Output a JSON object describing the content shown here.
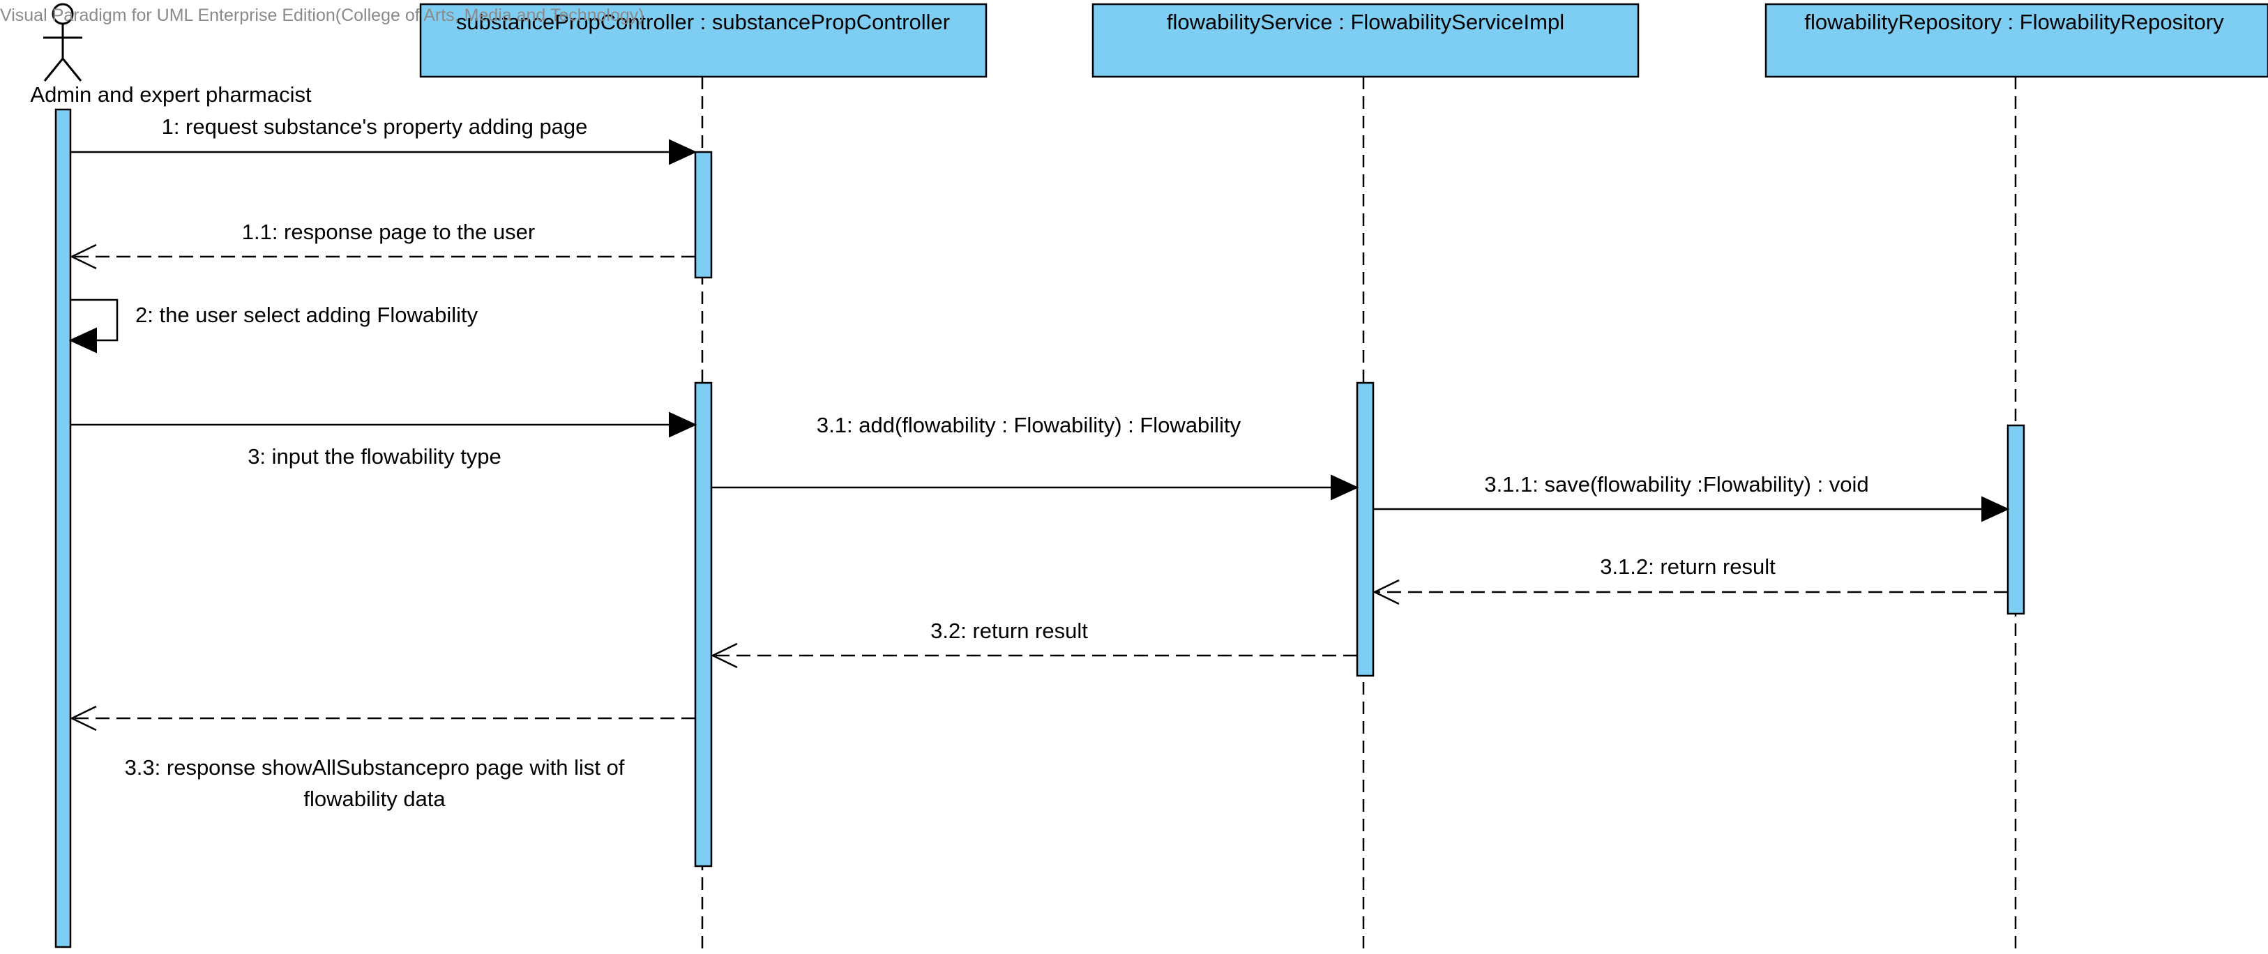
{
  "watermark": "Visual Paradigm for UML Enterprise Edition(College of Arts, Media and Technology)",
  "actor": {
    "name": "Admin and expert pharmacist"
  },
  "lifelines": [
    {
      "label": "substancePropController : substancePropController"
    },
    {
      "label": "flowabilityService : FlowabilityServiceImpl"
    },
    {
      "label": "flowabilityRepository : FlowabilityRepository"
    }
  ],
  "messages": {
    "m1": "1: request substance's property adding page",
    "m1_1": "1.1: response page to the user",
    "m2": "2: the user select adding Flowability",
    "m3": "3: input the flowability type",
    "m3_1": "3.1: add(flowability : Flowability) : Flowability",
    "m3_1_1": "3.1.1: save(flowability :Flowability) : void",
    "m3_1_2": "3.1.2: return result",
    "m3_2": "3.2: return result",
    "m3_3_line1": "3.3: response  showAllSubstancepro page with list of",
    "m3_3_line2": "flowability data"
  },
  "colors": {
    "fill": "#7ecef4",
    "line": "#000000"
  }
}
